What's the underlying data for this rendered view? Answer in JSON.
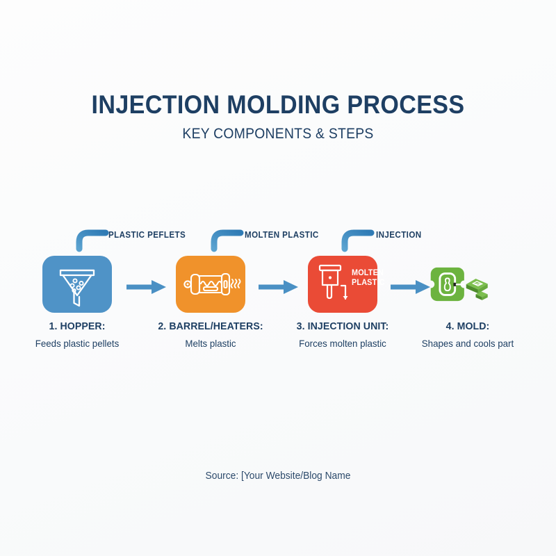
{
  "header": {
    "title": "INJECTION MOLDING PROCESS",
    "subtitle": "KEY COMPONENTS & STEPS"
  },
  "colors": {
    "navy": "#1e3f63",
    "blue": "#4f93c7",
    "orange": "#f0922b",
    "red": "#ea4b36",
    "green": "#6cb33f",
    "arrow_blue": "#4a90c4",
    "background": "#fbfbfc"
  },
  "flow": {
    "steps": [
      {
        "number": "1.",
        "title": "1. HOPPER:",
        "description": "Feeds plastic pellets",
        "icon": "funnel-icon",
        "color": "#4f93c7"
      },
      {
        "number": "2.",
        "title": "2. BARREL/HEATERS:",
        "description": "Melts plastic",
        "icon": "barrel-heater-icon",
        "color": "#f0922b"
      },
      {
        "number": "3.",
        "title": "3. INJECTION UNIT:",
        "description": "Forces molten plastic",
        "icon": "piston-icon",
        "color": "#ea4b36",
        "inline_label": "MOLTEN\nPLASTIC",
        "inline_label_line1": "MOLTEN",
        "inline_label_line2": "PLASTIC"
      },
      {
        "number": "4.",
        "title": "4. MOLD:",
        "description": "Shapes and cools part",
        "icon": "mold-icon",
        "color": "#6cb33f"
      }
    ],
    "connectors": [
      {
        "label": "PLASTIC PEFLETS",
        "icon": "elbow-connector-icon"
      },
      {
        "label": "MOLTEN PLASTIC",
        "icon": "elbow-connector-icon"
      },
      {
        "label": "INJECTION",
        "icon": "elbow-connector-icon"
      }
    ],
    "arrows": [
      {
        "icon": "arrow-right-icon"
      },
      {
        "icon": "arrow-right-icon"
      },
      {
        "icon": "arrow-right-icon"
      }
    ]
  },
  "footer": {
    "source": "Source: [Your Website/Blog Name"
  }
}
